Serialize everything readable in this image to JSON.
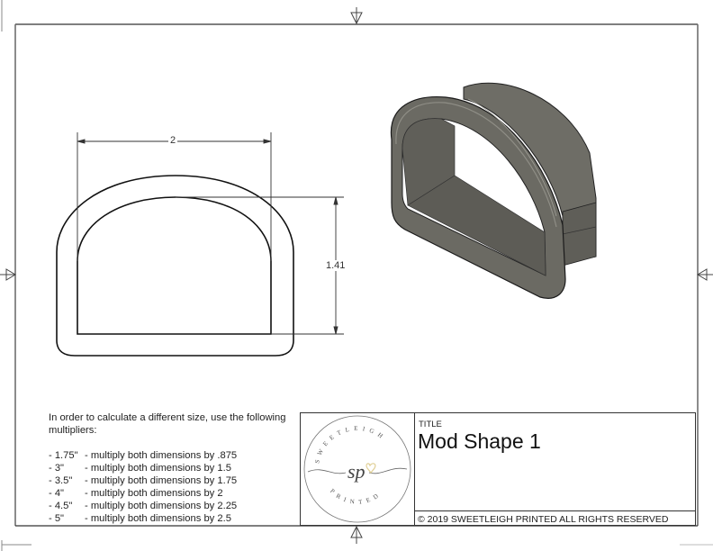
{
  "drawing": {
    "dimensions": {
      "width_label": "2",
      "height_label": "1.41"
    },
    "views": [
      "front-view-2d",
      "isometric-3d-view"
    ]
  },
  "notes": {
    "intro": "In order to calculate a different size, use the following multipliers:",
    "multipliers": [
      {
        "size": "- 1.75\"",
        "text": "- multiply both dimensions by .875"
      },
      {
        "size": "- 3\"",
        "text": "- multiply both dimensions by 1.5"
      },
      {
        "size": "- 3.5\"",
        "text": "- multiply both dimensions by 1.75"
      },
      {
        "size": "- 4\"",
        "text": "- multiply both dimensions by 2"
      },
      {
        "size": "- 4.5\"",
        "text": "- multiply both dimensions by 2.25"
      },
      {
        "size": "- 5\"",
        "text": "- multiply both dimensions by 2.5"
      }
    ]
  },
  "title_block": {
    "title_label": "TITLE",
    "title": "Mod Shape 1",
    "copyright": "© 2019  SWEETLEIGH PRINTED  ALL RIGHTS RESERVED",
    "logo": {
      "top_text": "SWEETLEIGH",
      "bottom_text": "PRINTED",
      "monogram": "sp",
      "accent_color": "#e8d9a8"
    }
  },
  "colors": {
    "frame": "#333333",
    "model_fill": "#6b6a63",
    "model_dark": "#4a4944",
    "model_light": "#8a8980"
  }
}
